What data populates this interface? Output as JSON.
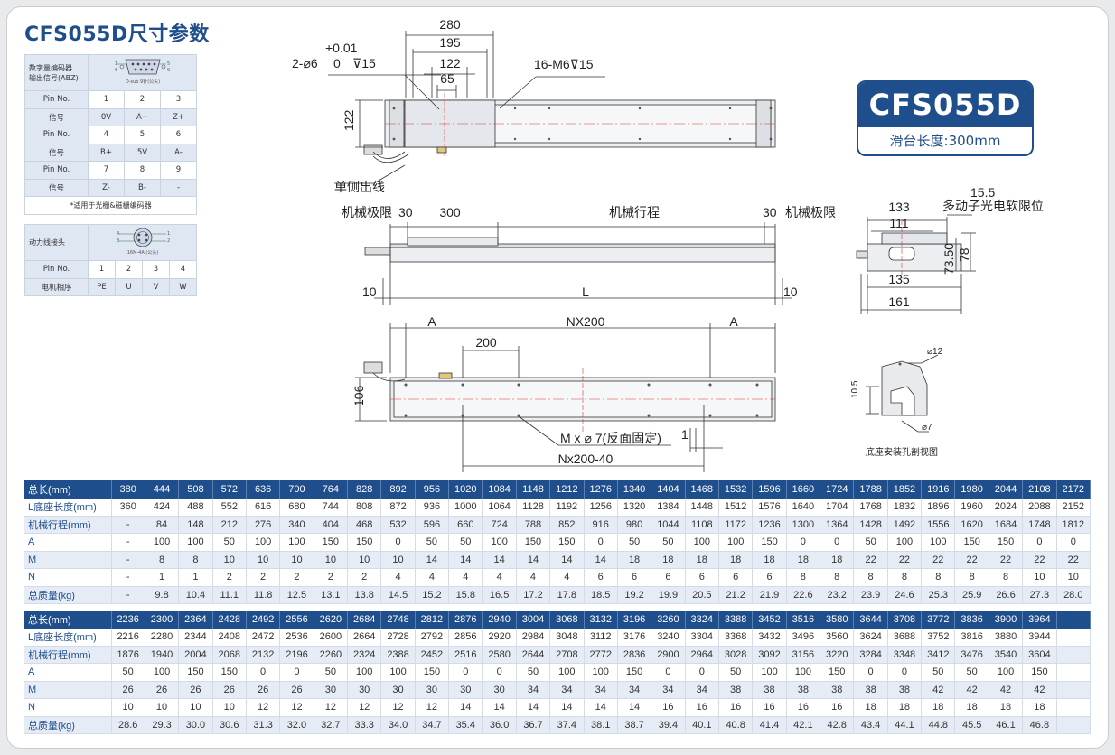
{
  "title": "CFS055D尺寸参数",
  "badge": {
    "model": "CFS055D",
    "slide_length": "滑台长度:300mm"
  },
  "encoder": {
    "header": "数字量编码器\n输出信号(ABZ)",
    "connector_caption": "D-sub 9针(公头)",
    "rows": [
      {
        "label": "Pin No.",
        "cells": [
          "1",
          "2",
          "3"
        ]
      },
      {
        "label": "信号",
        "cells": [
          "0V",
          "A+",
          "Z+"
        ]
      },
      {
        "label": "Pin No.",
        "cells": [
          "4",
          "5",
          "6"
        ]
      },
      {
        "label": "信号",
        "cells": [
          "B+",
          "5V",
          "A-"
        ]
      },
      {
        "label": "Pin No.",
        "cells": [
          "7",
          "8",
          "9"
        ]
      },
      {
        "label": "信号",
        "cells": [
          "Z-",
          "B-",
          "-"
        ]
      }
    ],
    "note": "*适用于光栅&磁栅编码器"
  },
  "power": {
    "header": "动力线接头",
    "connector_caption": "16M-4A (公头)",
    "rows": [
      {
        "label": "Pin No.",
        "cells": [
          "1",
          "2",
          "3",
          "4"
        ]
      },
      {
        "label": "电机相序",
        "cells": [
          "PE",
          "U",
          "V",
          "W"
        ]
      }
    ]
  },
  "drawing": {
    "top_view": {
      "dim_280": "280",
      "dim_195": "195",
      "dim_122_top": "122",
      "dim_65": "65",
      "tol_upper": "+0.01",
      "hole_spec": "2-⌀6",
      "tol_lower": "0",
      "hole_depth": "⊽15",
      "thread_spec": "16-M6⊽15",
      "height_122": "122",
      "cable_label": "单侧出线"
    },
    "side_view": {
      "limit_left": "机械极限",
      "dim_30_left": "30",
      "dim_300": "300",
      "stroke": "机械行程",
      "dim_30_right": "30",
      "limit_right": "机械极限",
      "dim_10_left": "10",
      "dim_L": "L",
      "dim_10_right": "10"
    },
    "end_view": {
      "dim_133": "133",
      "dim_111": "111",
      "dim_15_5": "15.5",
      "sensor": "多动子光电软限位",
      "dim_73_50": "73.50",
      "dim_78": "78",
      "dim_135": "135",
      "dim_161": "161"
    },
    "bottom_view": {
      "dim_A_left": "A",
      "dim_NX200": "NX200",
      "dim_A_right": "A",
      "dim_200": "200",
      "height_106": "106",
      "mount_holes": "M x ⌀ 7(反面固定)",
      "dim_1": "1",
      "dim_nx200_40": "Nx200-40"
    },
    "section_view": {
      "dia_12": "⌀12",
      "dim_10_5": "10.5",
      "dia_7": "⌀7",
      "caption": "底座安装孔剖视图"
    }
  },
  "spec_table_1": [
    {
      "label": "总长(mm)",
      "values": [
        "380",
        "444",
        "508",
        "572",
        "636",
        "700",
        "764",
        "828",
        "892",
        "956",
        "1020",
        "1084",
        "1148",
        "1212",
        "1276",
        "1340",
        "1404",
        "1468",
        "1532",
        "1596",
        "1660",
        "1724",
        "1788",
        "1852",
        "1916",
        "1980",
        "2044",
        "2108",
        "2172"
      ]
    },
    {
      "label": "L底座长度(mm)",
      "values": [
        "360",
        "424",
        "488",
        "552",
        "616",
        "680",
        "744",
        "808",
        "872",
        "936",
        "1000",
        "1064",
        "1128",
        "1192",
        "1256",
        "1320",
        "1384",
        "1448",
        "1512",
        "1576",
        "1640",
        "1704",
        "1768",
        "1832",
        "1896",
        "1960",
        "2024",
        "2088",
        "2152"
      ]
    },
    {
      "label": "机械行程(mm)",
      "values": [
        "-",
        "84",
        "148",
        "212",
        "276",
        "340",
        "404",
        "468",
        "532",
        "596",
        "660",
        "724",
        "788",
        "852",
        "916",
        "980",
        "1044",
        "1108",
        "1172",
        "1236",
        "1300",
        "1364",
        "1428",
        "1492",
        "1556",
        "1620",
        "1684",
        "1748",
        "1812"
      ]
    },
    {
      "label": "A",
      "values": [
        "-",
        "100",
        "100",
        "50",
        "100",
        "100",
        "150",
        "150",
        "0",
        "50",
        "50",
        "100",
        "150",
        "150",
        "0",
        "50",
        "50",
        "100",
        "100",
        "150",
        "0",
        "0",
        "50",
        "100",
        "100",
        "150",
        "150",
        "0",
        "0"
      ]
    },
    {
      "label": "M",
      "values": [
        "-",
        "8",
        "8",
        "10",
        "10",
        "10",
        "10",
        "10",
        "10",
        "14",
        "14",
        "14",
        "14",
        "14",
        "14",
        "18",
        "18",
        "18",
        "18",
        "18",
        "18",
        "18",
        "22",
        "22",
        "22",
        "22",
        "22",
        "22",
        "22"
      ]
    },
    {
      "label": "N",
      "values": [
        "-",
        "1",
        "1",
        "2",
        "2",
        "2",
        "2",
        "2",
        "4",
        "4",
        "4",
        "4",
        "4",
        "4",
        "6",
        "6",
        "6",
        "6",
        "6",
        "6",
        "8",
        "8",
        "8",
        "8",
        "8",
        "8",
        "8",
        "10",
        "10"
      ]
    },
    {
      "label": "总质量(kg)",
      "values": [
        "-",
        "9.8",
        "10.4",
        "11.1",
        "11.8",
        "12.5",
        "13.1",
        "13.8",
        "14.5",
        "15.2",
        "15.8",
        "16.5",
        "17.2",
        "17.8",
        "18.5",
        "19.2",
        "19.9",
        "20.5",
        "21.2",
        "21.9",
        "22.6",
        "23.2",
        "23.9",
        "24.6",
        "25.3",
        "25.9",
        "26.6",
        "27.3",
        "28.0"
      ]
    }
  ],
  "spec_table_2": [
    {
      "label": "总长(mm)",
      "values": [
        "2236",
        "2300",
        "2364",
        "2428",
        "2492",
        "2556",
        "2620",
        "2684",
        "2748",
        "2812",
        "2876",
        "2940",
        "3004",
        "3068",
        "3132",
        "3196",
        "3260",
        "3324",
        "3388",
        "3452",
        "3516",
        "3580",
        "3644",
        "3708",
        "3772",
        "3836",
        "3900",
        "3964",
        ""
      ]
    },
    {
      "label": "L底座长度(mm)",
      "values": [
        "2216",
        "2280",
        "2344",
        "2408",
        "2472",
        "2536",
        "2600",
        "2664",
        "2728",
        "2792",
        "2856",
        "2920",
        "2984",
        "3048",
        "3112",
        "3176",
        "3240",
        "3304",
        "3368",
        "3432",
        "3496",
        "3560",
        "3624",
        "3688",
        "3752",
        "3816",
        "3880",
        "3944",
        ""
      ]
    },
    {
      "label": "机械行程(mm)",
      "values": [
        "1876",
        "1940",
        "2004",
        "2068",
        "2132",
        "2196",
        "2260",
        "2324",
        "2388",
        "2452",
        "2516",
        "2580",
        "2644",
        "2708",
        "2772",
        "2836",
        "2900",
        "2964",
        "3028",
        "3092",
        "3156",
        "3220",
        "3284",
        "3348",
        "3412",
        "3476",
        "3540",
        "3604",
        ""
      ]
    },
    {
      "label": "A",
      "values": [
        "50",
        "100",
        "150",
        "150",
        "0",
        "0",
        "50",
        "100",
        "100",
        "150",
        "0",
        "0",
        "50",
        "100",
        "100",
        "150",
        "0",
        "0",
        "50",
        "100",
        "100",
        "150",
        "0",
        "0",
        "50",
        "50",
        "100",
        "150",
        ""
      ]
    },
    {
      "label": "M",
      "values": [
        "26",
        "26",
        "26",
        "26",
        "26",
        "26",
        "30",
        "30",
        "30",
        "30",
        "30",
        "30",
        "34",
        "34",
        "34",
        "34",
        "34",
        "34",
        "38",
        "38",
        "38",
        "38",
        "38",
        "38",
        "42",
        "42",
        "42",
        "42",
        ""
      ]
    },
    {
      "label": "N",
      "values": [
        "10",
        "10",
        "10",
        "10",
        "12",
        "12",
        "12",
        "12",
        "12",
        "12",
        "14",
        "14",
        "14",
        "14",
        "14",
        "14",
        "16",
        "16",
        "16",
        "16",
        "16",
        "16",
        "18",
        "18",
        "18",
        "18",
        "18",
        "18",
        ""
      ]
    },
    {
      "label": "总质量(kg)",
      "values": [
        "28.6",
        "29.3",
        "30.0",
        "30.6",
        "31.3",
        "32.0",
        "32.7",
        "33.3",
        "34.0",
        "34.7",
        "35.4",
        "36.0",
        "36.7",
        "37.4",
        "38.1",
        "38.7",
        "39.4",
        "40.1",
        "40.8",
        "41.4",
        "42.1",
        "42.8",
        "43.4",
        "44.1",
        "44.8",
        "45.5",
        "46.1",
        "46.8",
        ""
      ]
    }
  ]
}
